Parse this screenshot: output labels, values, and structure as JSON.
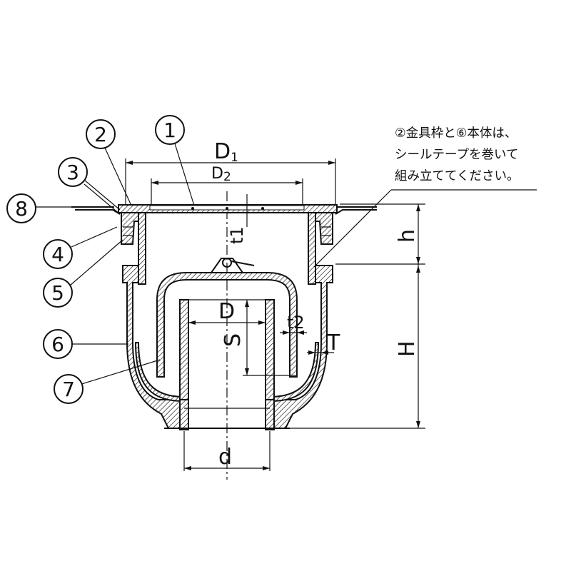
{
  "note": {
    "lines": [
      "②金具枠と⑥本体は、",
      "シールテープを巻いて",
      "組み立ててください。"
    ]
  },
  "callouts": [
    "1",
    "2",
    "3",
    "4",
    "5",
    "6",
    "7",
    "8"
  ],
  "dimensions": {
    "D1": {
      "main": "D",
      "sub": "1"
    },
    "D2": {
      "main": "D",
      "sub": "2"
    },
    "t1": "t1",
    "h": "h",
    "H": "H",
    "D": "D",
    "S": "S",
    "t2": "t2",
    "T": "T",
    "d": "d"
  }
}
